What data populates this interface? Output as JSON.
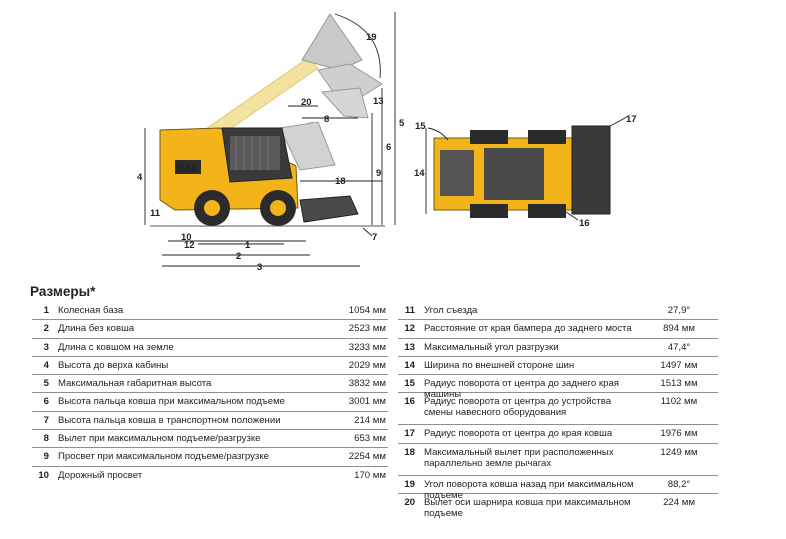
{
  "diagram": {
    "brand": "CAT",
    "callouts_side": [
      "1",
      "2",
      "3",
      "4",
      "5",
      "6",
      "7",
      "8",
      "9",
      "10",
      "11",
      "12",
      "13",
      "18",
      "19",
      "20"
    ],
    "callouts_top": [
      "14",
      "15",
      "16",
      "17"
    ],
    "colors": {
      "machine": "#f2b418",
      "dark": "#3a3a3a",
      "ghost": "#bdbdbd",
      "arm_ghost": "#f4e3a0"
    }
  },
  "section_title": "Размеры*",
  "left_rows": [
    {
      "num": "1",
      "desc": "Колесная база",
      "val": "1054 мм"
    },
    {
      "num": "2",
      "desc": "Длина без ковша",
      "val": "2523 мм"
    },
    {
      "num": "3",
      "desc": "Длина с ковшом на земле",
      "val": "3233 мм"
    },
    {
      "num": "4",
      "desc": "Высота до верха кабины",
      "val": "2029 мм"
    },
    {
      "num": "5",
      "desc": "Максимальная габаритная высота",
      "val": "3832 мм"
    },
    {
      "num": "6",
      "desc": "Высота пальца ковша при максимальном подъеме",
      "val": "3001 мм"
    },
    {
      "num": "7",
      "desc": "Высота пальца ковша в транспортном положении",
      "val": "214 мм"
    },
    {
      "num": "8",
      "desc": "Вылет при максимальном подъеме/разгрузке",
      "val": "653 мм"
    },
    {
      "num": "9",
      "desc": "Просвет при максимальном подъеме/разгрузке",
      "val": "2254 мм"
    },
    {
      "num": "10",
      "desc": "Дорожный просвет",
      "val": "170 мм"
    }
  ],
  "right_rows": [
    {
      "num": "11",
      "desc": "Угол съезда",
      "val": "27,9°"
    },
    {
      "num": "12",
      "desc": "Расстояние от края бампера до заднего моста",
      "val": "894 мм"
    },
    {
      "num": "13",
      "desc": "Максимальный угол разгрузки",
      "val": "47,4°"
    },
    {
      "num": "14",
      "desc": "Ширина по внешней стороне шин",
      "val": "1497 мм"
    },
    {
      "num": "15",
      "desc": "Радиус поворота от центра до заднего края машины",
      "val": "1513 мм"
    },
    {
      "num": "16",
      "desc": "Радиус поворота от центра до устройства смены навесного оборудования",
      "val": "1102 мм"
    },
    {
      "num": "17",
      "desc": "Радиус поворота от центра до края ковша",
      "val": "1976 мм"
    },
    {
      "num": "18",
      "desc": "Максимальный вылет при расположенных параллельно земле рычагах",
      "val": "1249 мм"
    },
    {
      "num": "19",
      "desc": "Угол поворота ковша назад при максимальном подъеме",
      "val": "88,2°"
    },
    {
      "num": "20",
      "desc": "Вылет оси шарнира ковша при максимальном подъеме",
      "val": "224 мм"
    }
  ]
}
